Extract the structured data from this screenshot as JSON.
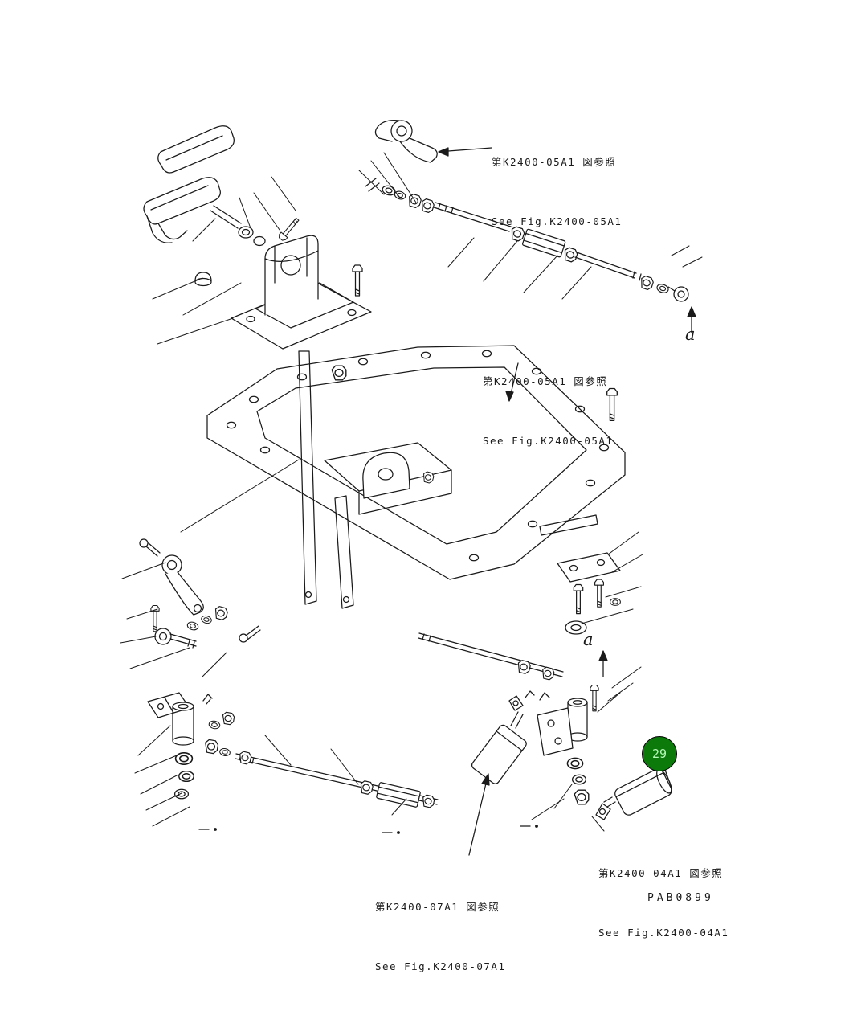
{
  "page": {
    "drawing_code": "PAB0899"
  },
  "colors": {
    "bg": "#ffffff",
    "line": "#1a1a1a",
    "badge_fill": "#0b7a0b",
    "badge_text": "#b5f7b5"
  },
  "labels": {
    "ref_top_right": {
      "jp": "第K2400-05A1 図参照",
      "en": "See Fig.K2400-05A1"
    },
    "ref_center": {
      "jp": "第K2400-05A1 図参照",
      "en": "See Fig.K2400-05A1"
    },
    "ref_bottom_right": {
      "jp": "第K2400-04A1 図参照",
      "en": "See Fig.K2400-04A1"
    },
    "ref_bottom_center": {
      "jp": "第K2400-07A1 図参照",
      "en": "See Fig.K2400-07A1"
    },
    "marker_a_top": "a",
    "marker_a_middle": "a"
  },
  "callouts": {
    "part_29": {
      "number": "29"
    }
  }
}
